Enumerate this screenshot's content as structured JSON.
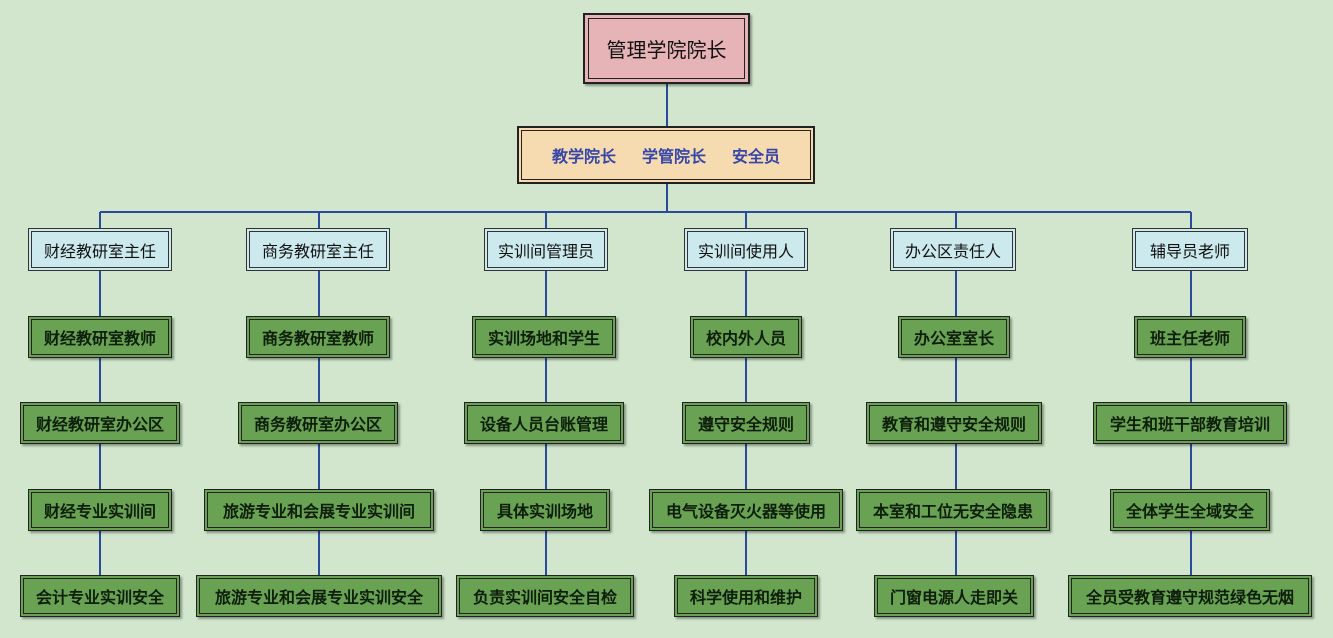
{
  "top": "管理学院院长",
  "second": [
    "教学院长",
    "学管院长",
    "安全员"
  ],
  "columns": [
    {
      "head": "财经教研室主任",
      "items": [
        "财经教研室教师",
        "财经教研室办公区",
        "财经专业实训间",
        "会计专业实训安全"
      ]
    },
    {
      "head": "商务教研室主任",
      "items": [
        "商务教研室教师",
        "商务教研室办公区",
        "旅游专业和会展专业实训间",
        "旅游专业和会展专业实训安全"
      ]
    },
    {
      "head": "实训间管理员",
      "items": [
        "实训场地和学生",
        "设备人员台账管理",
        "具体实训场地",
        "负责实训间安全自检"
      ]
    },
    {
      "head": "实训间使用人",
      "items": [
        "校内外人员",
        "遵守安全规则",
        "电气设备灭火器等使用",
        "科学使用和维护"
      ]
    },
    {
      "head": "办公区责任人",
      "items": [
        "办公室室长",
        "教育和遵守安全规则",
        "本室和工位无安全隐患",
        "门窗电源人走即关"
      ]
    },
    {
      "head": "辅导员老师",
      "items": [
        "班主任老师",
        "学生和班干部教育培训",
        "全体学生全域安全",
        "全员受教育遵守规范绿色无烟"
      ]
    }
  ]
}
